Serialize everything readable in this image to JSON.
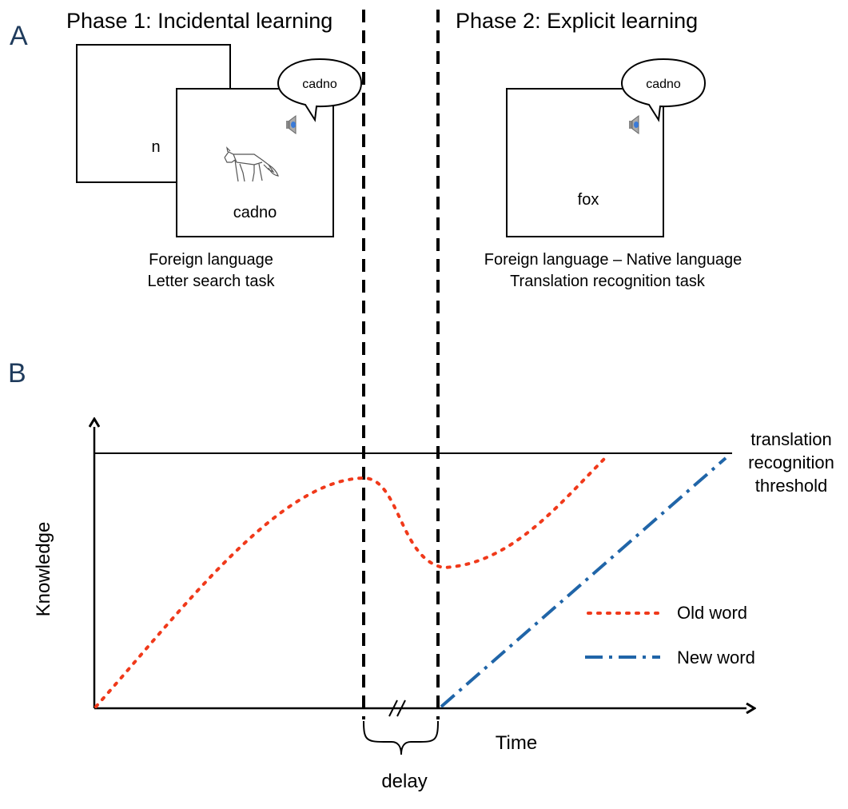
{
  "panel_labels": {
    "a": "A",
    "b": "B"
  },
  "phase1": {
    "title": "Phase 1: Incidental learning",
    "back_card_text": "n",
    "front_card_text": "cadno",
    "speech_text": "cadno",
    "caption_line1": "Foreign language",
    "caption_line2": "Letter search task"
  },
  "phase2": {
    "title": "Phase 2: Explicit learning",
    "card_text": "fox",
    "speech_text": "cadno",
    "caption_line1": "Foreign language – Native language",
    "caption_line2": "Translation recognition task"
  },
  "graph": {
    "y_label": "Knowledge",
    "x_label": "Time",
    "threshold_label": [
      "translation",
      "recognition",
      "threshold"
    ],
    "delay_label": "delay",
    "legend": {
      "old": "Old word",
      "new": "New word"
    },
    "colors": {
      "old": "#f0391a",
      "new": "#2065a8",
      "axis": "#000000",
      "panel": "#1f3b5c"
    }
  }
}
